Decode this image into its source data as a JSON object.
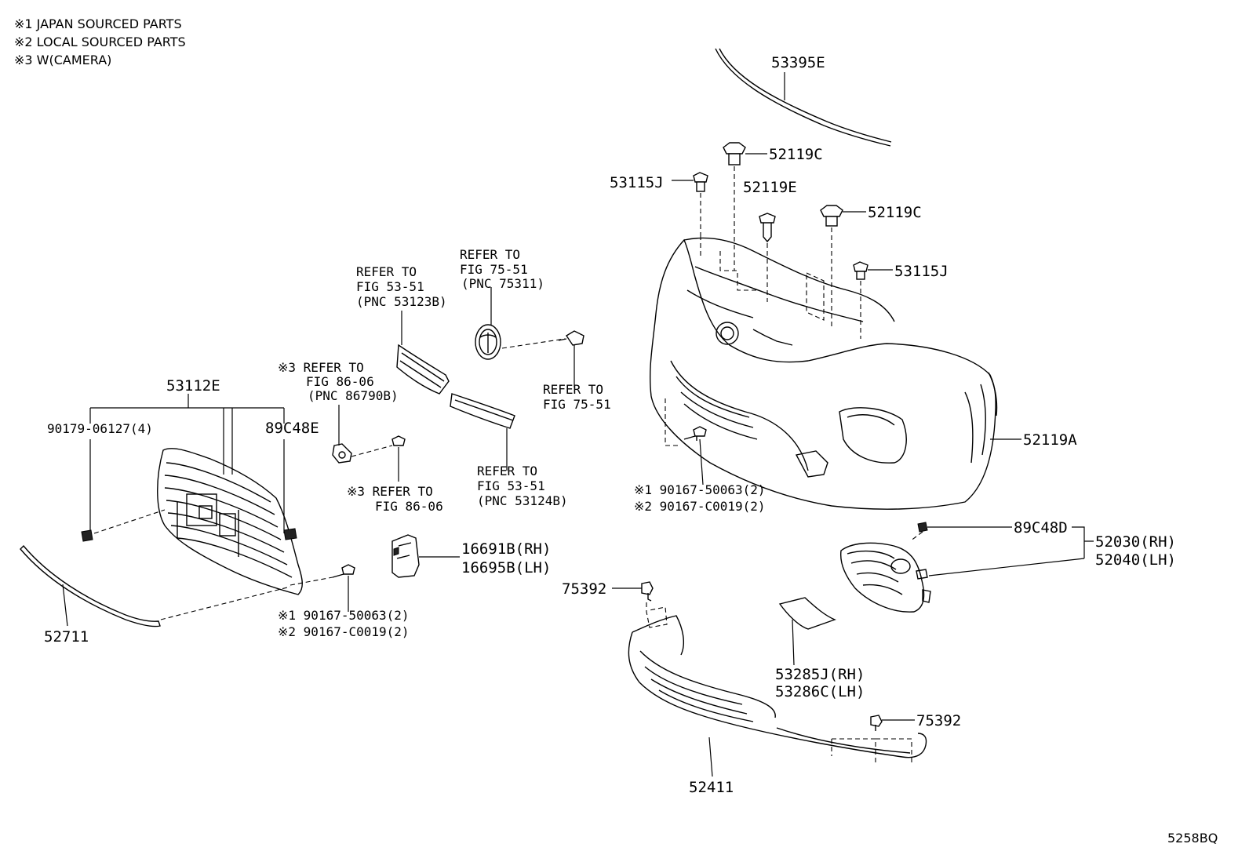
{
  "notes": [
    "※1 JAPAN SOURCED PARTS",
    "※2 LOCAL SOURCED PARTS",
    "※3 W(CAMERA)"
  ],
  "labels": {
    "p53395E": "53395E",
    "p52119C_top": "52119C",
    "p53115J_left": "53115J",
    "p52119E": "52119E",
    "p52119C_right": "52119C",
    "p53115J_right": "53115J",
    "p52119A": "52119A",
    "p90167_bumper_1": "※1 90167-50063(2)",
    "p90167_bumper_2": "※2 90167-C0019(2)",
    "p89C48D": "89C48D",
    "p52030": "52030(RH)",
    "p52040": "52040(LH)",
    "p75392_top": "75392",
    "p53285J": "53285J(RH)",
    "p53286C": "53286C(LH)",
    "p75392_bottom": "75392",
    "p52411": "52411",
    "p53112E": "53112E",
    "p90179": "90179-06127(4)",
    "p89C48E": "89C48E",
    "p52711": "52711",
    "p90167_grille_1": "※1 90167-50063(2)",
    "p90167_grille_2": "※2 90167-C0019(2)",
    "p16691B": "16691B(RH)",
    "p16695B": "16695B(LH)",
    "diagram_code": "5258BQ"
  },
  "refs": {
    "ref_53123B": [
      "REFER TO",
      "FIG 53-51",
      "(PNC 53123B)"
    ],
    "ref_75311": [
      "REFER TO",
      "FIG 75-51",
      "(PNC 75311)"
    ],
    "ref_75_51": [
      "REFER TO",
      "FIG 75-51"
    ],
    "ref_86790B": [
      "※3 REFER TO",
      "FIG 86-06",
      "(PNC 86790B)"
    ],
    "ref_53124B": [
      "REFER TO",
      "FIG 53-51",
      "(PNC 53124B)"
    ],
    "ref_86_06": [
      "※3 REFER TO",
      "FIG 86-06"
    ]
  }
}
